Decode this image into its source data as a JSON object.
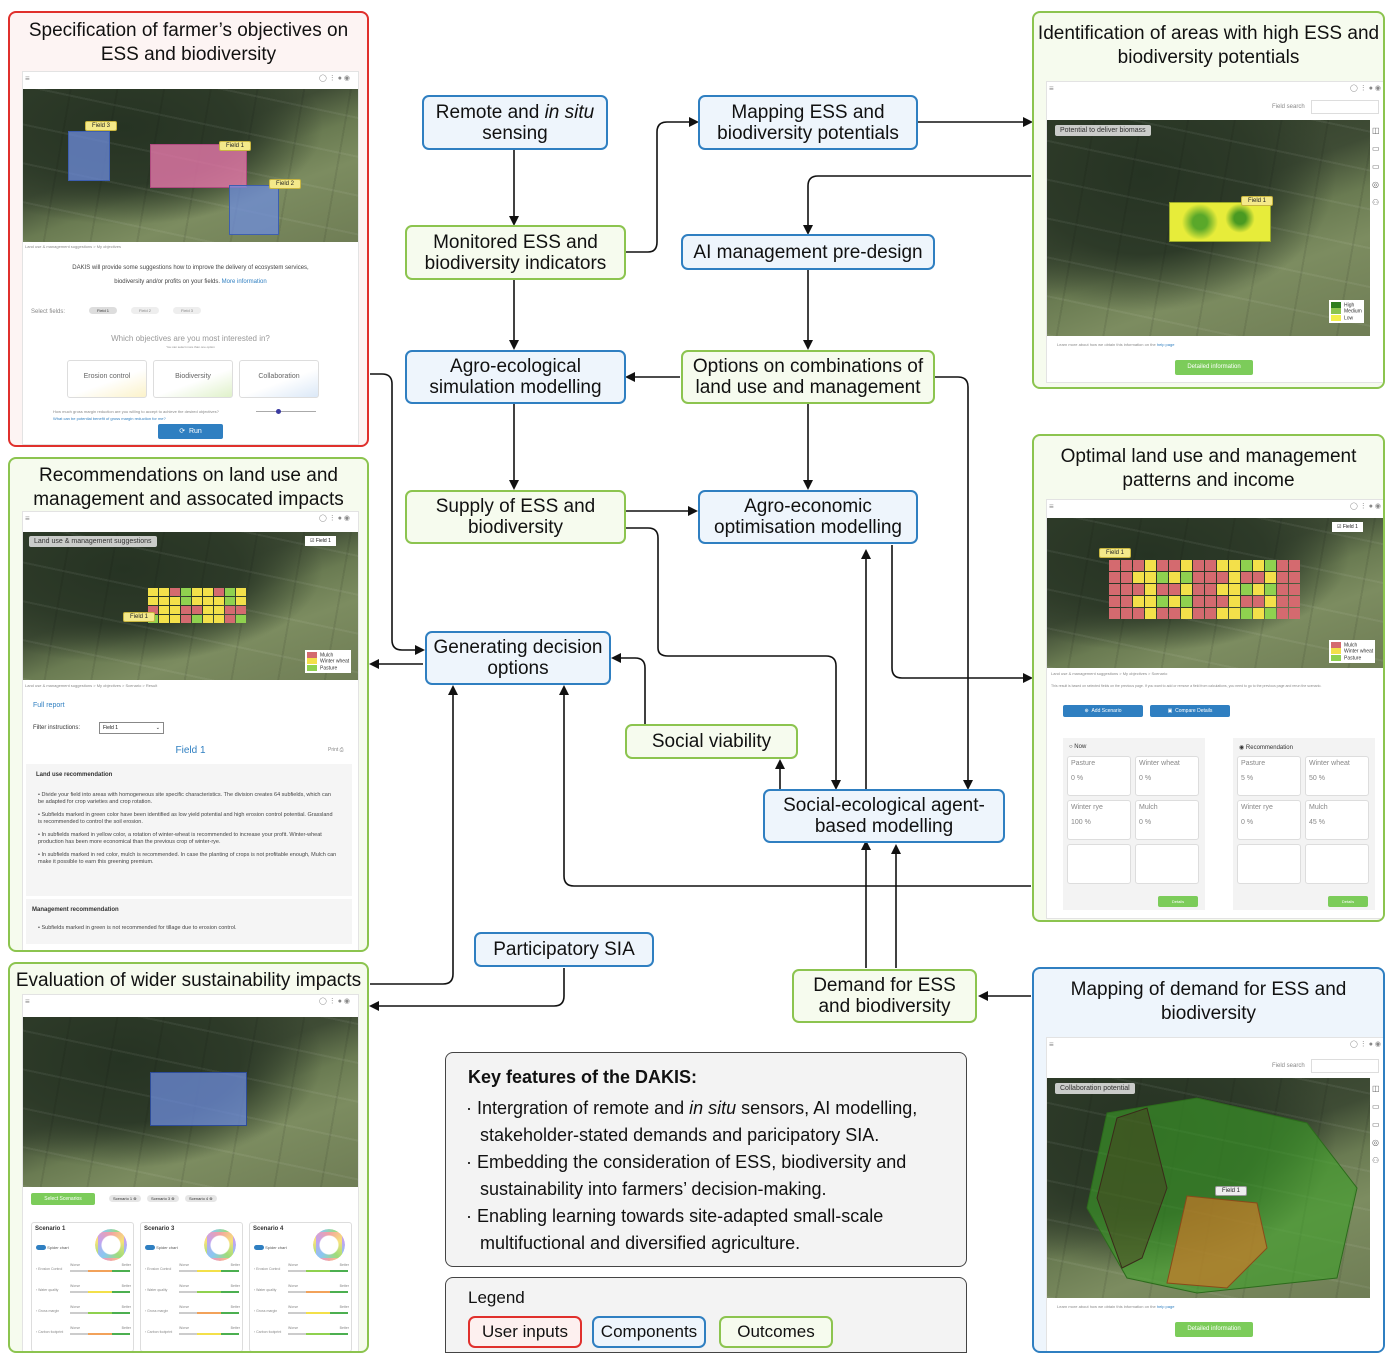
{
  "nodes": {
    "remote_sensing": {
      "pre": "Remote and ",
      "italic": "in situ",
      "post": "sensing"
    },
    "mapping_ess": "Mapping ESS and biodiversity potentials",
    "monitored": "Monitored ESS and biodiversity indicators",
    "ai_predesign": "AI management pre-design",
    "agro_eco_sim": "Agro-ecological simulation modelling",
    "options": "Options on combinations of land use and management",
    "supply": "Supply of ESS and biodiversity",
    "agro_econ_opt": "Agro-economic optimisation modelling",
    "generating": "Generating decision options",
    "social_viability": "Social viability",
    "social_ecological": "Social-ecological agent-based modelling",
    "participatory_sia": "Participatory SIA",
    "demand": "Demand for ESS and biodiversity"
  },
  "panels": {
    "p1": {
      "title": "Specification of farmer’s objectives on ESS and biodiversity",
      "fields": [
        "Field 3",
        "Field 1",
        "Field 2"
      ],
      "breadcrumb": "Land use & management suggestions  >  My objectives",
      "intro": "DAKIS will provide some suggestions how to improve the delivery of ecosystem services, biodiversity and/or profits on your fields.",
      "more_info": "More information",
      "select_fields": "Select fields:",
      "field_chips": [
        "Field 1",
        "Field 2",
        "Field 3"
      ],
      "question": "Which objectives are you most interested in?",
      "question_sub": "You can select more than one option",
      "objectives": [
        "Erosion control",
        "Biodiversity",
        "Collaboration"
      ],
      "slider_q": "How much gross margin reduction are you willing to accept to achieve the desired objectives?",
      "slider_link": "What can be potential benefit of gross margin reduction for me?",
      "run": "Run"
    },
    "p2": {
      "title": "Identification of areas with high ESS and biodiversity potentials",
      "field_search": "Field search",
      "map_label": "Potential to deliver biomass",
      "field": "Field 1",
      "legend": [
        "High",
        "Medium",
        "Low"
      ],
      "learn_more": "Learn more about how we obtain this information on the",
      "help": "help page",
      "button": "Detailed information"
    },
    "p3": {
      "title": "Recommendations on land use and management and assocated impacts",
      "map_label": "Land use & management suggestions",
      "field_chip": "Field 1",
      "field": "Field 1",
      "legend": [
        "Mulch",
        "Winter wheat",
        "Pasture"
      ],
      "breadcrumb": "Land use & management suggestions  >  My objectives  >  Scenario  >  Result",
      "full_report": "Full report",
      "filter_label": "Filter instructions:",
      "filter_value": "Field 1",
      "field_heading": "Field 1",
      "print": "Print",
      "land_use_heading": "Land use recommendation",
      "bullets": [
        "Divide your field into areas with homogeneous site specific characteristics. The division creates 64 subfields, which can be adapted for crop varieties and crop rotation.",
        "Subfields marked in green color have been identified as low yield potential and high erosion control potential. Grassland is recommended to control the soil erosion.",
        "In subfields marked in yellow color, a rotation of winter-wheat is recommended to increase your profit. Winter-wheat production has been more economical than the previous crop of winter-rye.",
        "In subfields marked in red color, mulch is recommended. In case the planting of crops is not profitable enough, Mulch can make it possible to earn this greening premium."
      ],
      "mgmt_heading": "Management recommendation",
      "mgmt_bullet": "Subfields marked in green is not recommended for tillage due to erosion control."
    },
    "p4": {
      "title": "Optimal land use and management patterns and income",
      "field_chip": "Field 1",
      "field": "Field 1",
      "legend": [
        "Mulch",
        "Winter wheat",
        "Pasture"
      ],
      "breadcrumb": "Land use & management suggestions  >  My objectives  >  Scenario",
      "note": "This result is based on selected fields on the previous page. If you want to add or remove a field from calculations, you need to go to the previous page and rerun the scenario.",
      "add": "Add Scenario",
      "compare": "Compare Details",
      "now": "Now",
      "reco": "Recommendation",
      "now_cards": [
        [
          "Pasture",
          "0 %"
        ],
        [
          "Winter wheat",
          "0 %"
        ],
        [
          "Winter rye",
          "100 %"
        ],
        [
          "Mulch",
          "0 %"
        ]
      ],
      "reco_cards": [
        [
          "Pasture",
          "5 %"
        ],
        [
          "Winter wheat",
          "50 %"
        ],
        [
          "Winter rye",
          "0 %"
        ],
        [
          "Mulch",
          "45 %"
        ]
      ],
      "details": "Details"
    },
    "p5": {
      "title": "Evaluation of wider sustainability impacts",
      "select": "Select Scenarios",
      "tags": [
        "Scenario 1",
        "Scenario 3",
        "Scenario 4"
      ],
      "scenarios": [
        "Scenario 1",
        "Scenario 3",
        "Scenario 4"
      ],
      "spider": "Spider chart",
      "metrics": [
        "Erosion Control",
        "Water quality",
        "Gross margin",
        "Carbon footprint"
      ],
      "worse": "Worse",
      "better": "Better"
    },
    "p6": {
      "title": "Mapping of demand for ESS and biodiversity",
      "field_search": "Field search",
      "map_label": "Collaboration potential",
      "field": "Field 1",
      "learn_more": "Learn more about how we obtain this information on the",
      "help": "help page",
      "button": "Detailed information"
    }
  },
  "key_features": {
    "heading": "Key features of the DAKIS:",
    "bullets": [
      {
        "pre": "Intergration of remote and ",
        "italic": "in situ",
        "post": " sensors, AI modelling, stakeholder-stated demands and paricipatory SIA."
      },
      {
        "pre": "Embedding the consideration of ESS, biodiversity and sustainability into farmers’ decision-making.",
        "italic": "",
        "post": ""
      },
      {
        "pre": "Enabling learning towards site-adapted small-scale multifuctional and diversified agriculture.",
        "italic": "",
        "post": ""
      }
    ]
  },
  "legend": {
    "title": "Legend",
    "items": [
      "User inputs",
      "Components",
      "Outcomes"
    ]
  },
  "colors": {
    "user_inputs": "#e0302c",
    "components": "#2f7fc1",
    "outcomes": "#8cc44f",
    "mulch": "#d46a6f",
    "winter_wheat": "#f3e04a",
    "pasture": "#8fd14f"
  }
}
